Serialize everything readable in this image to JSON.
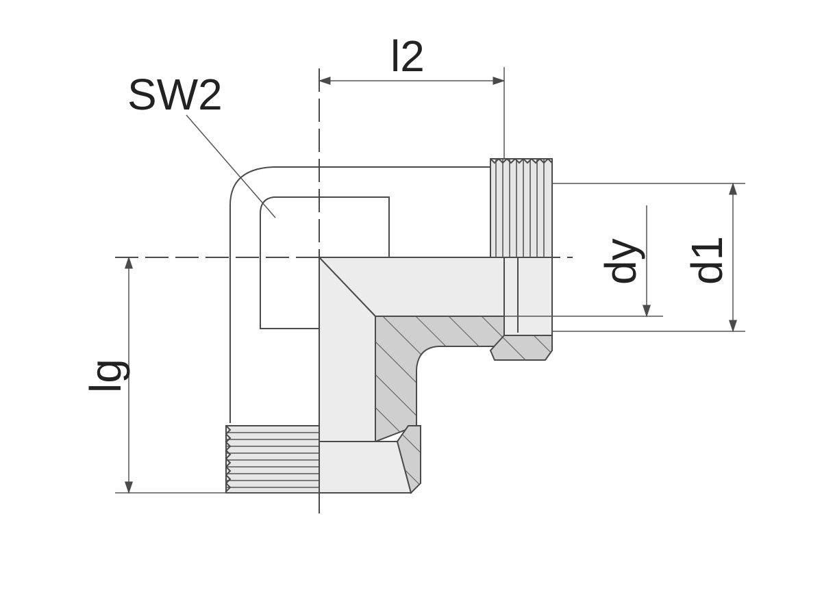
{
  "labels": {
    "sw2": "SW2",
    "l2": "l2",
    "lg": "lg",
    "dy": "dy",
    "d1": "d1"
  },
  "colors": {
    "line": "#4a4a4a",
    "fill": "#dcdcdc",
    "fill_light": "#ececec",
    "text": "#222222"
  }
}
